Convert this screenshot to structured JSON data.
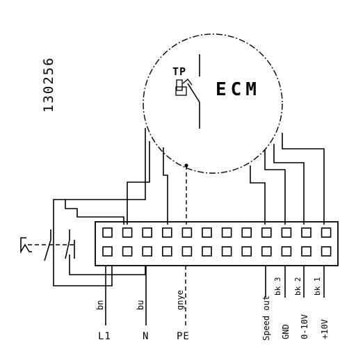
{
  "diagram_id": "130256",
  "motor": {
    "type": "ECM",
    "thermal_protection": "TP"
  },
  "wire_colors": {
    "l1": "bn",
    "n": "bu",
    "pe": "gnye",
    "signal_3": "bk 3",
    "signal_2": "bk 2",
    "signal_1": "bk 1"
  },
  "terminals": {
    "mains": [
      "L1",
      "N",
      "PE"
    ],
    "control": [
      "Speed out",
      "GND",
      "0-10V",
      "+10V"
    ]
  }
}
